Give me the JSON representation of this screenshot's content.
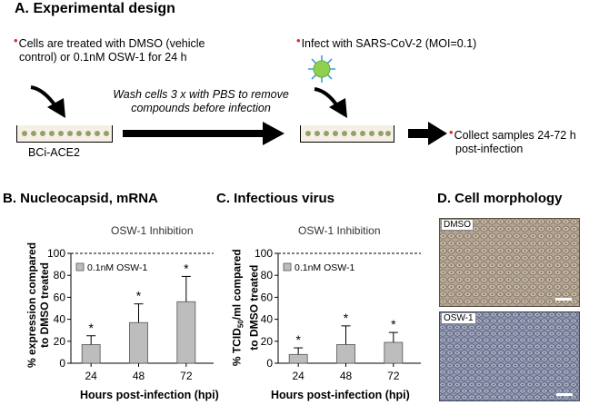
{
  "panel_a": {
    "title": "A. Experimental design",
    "step1_line1": "Cells are treated with DMSO (vehicle",
    "step1_line2": "control) or 0.1nM OSW-1 for 24 h",
    "step2": "Infect with SARS-CoV-2 (MOI=0.1)",
    "wash_line1": "Wash cells 3 x with PBS to remove",
    "wash_line2": "compounds before infection",
    "cell_line": "BCi-ACE2",
    "collect_line1": "Collect samples 24-72 h",
    "collect_line2": "post-infection"
  },
  "panel_b": {
    "title": "B. Nucleocapsid, mRNA",
    "plot_title": "OSW-1 Inhibition",
    "ylabel_line1": "% expression compared",
    "ylabel_line2": "to DMSO treated",
    "xlabel": "Hours post-infection (hpi)",
    "legend": "0.1nM OSW-1"
  },
  "panel_c": {
    "title": "C. Infectious virus",
    "plot_title": "OSW-1 Inhibition",
    "ylabel_line1": "% TCID",
    "ylabel_sub": "50",
    "ylabel_line1_rest": "/ml compared",
    "ylabel_line2": "to DMSO treated",
    "xlabel": "Hours post-infection (hpi)",
    "legend": "0.1nM OSW-1"
  },
  "panel_d": {
    "title": "D. Cell morphology",
    "label_top": "DMSO",
    "label_bottom": "OSW-1"
  },
  "colors": {
    "bar": "#bdbdbd",
    "accent_dot": "#e8242b",
    "virus": "#8fd14f",
    "virus_spike": "#3aa0d8"
  },
  "chart_data": [
    {
      "type": "bar",
      "title": "OSW-1 Inhibition",
      "categories": [
        "24",
        "48",
        "72"
      ],
      "series": [
        {
          "name": "0.1nM OSW-1",
          "values": [
            17,
            37,
            56
          ],
          "errors": [
            8,
            17,
            23
          ],
          "significance": [
            "*",
            "*",
            "*"
          ]
        }
      ],
      "xlabel": "Hours post-infection (hpi)",
      "ylabel": "% expression compared to DMSO treated",
      "ylim": [
        0,
        100
      ],
      "yticks": [
        0,
        20,
        40,
        60,
        80,
        100
      ],
      "reference_line": 100
    },
    {
      "type": "bar",
      "title": "OSW-1 Inhibition",
      "categories": [
        "24",
        "48",
        "72"
      ],
      "series": [
        {
          "name": "0.1nM OSW-1",
          "values": [
            8,
            17,
            19
          ],
          "errors": [
            6,
            17,
            9
          ],
          "significance": [
            "*",
            "*",
            "*"
          ]
        }
      ],
      "xlabel": "Hours post-infection (hpi)",
      "ylabel": "% TCID50/ml compared to DMSO treated",
      "ylim": [
        0,
        100
      ],
      "yticks": [
        0,
        20,
        40,
        60,
        80,
        100
      ],
      "reference_line": 100
    }
  ]
}
